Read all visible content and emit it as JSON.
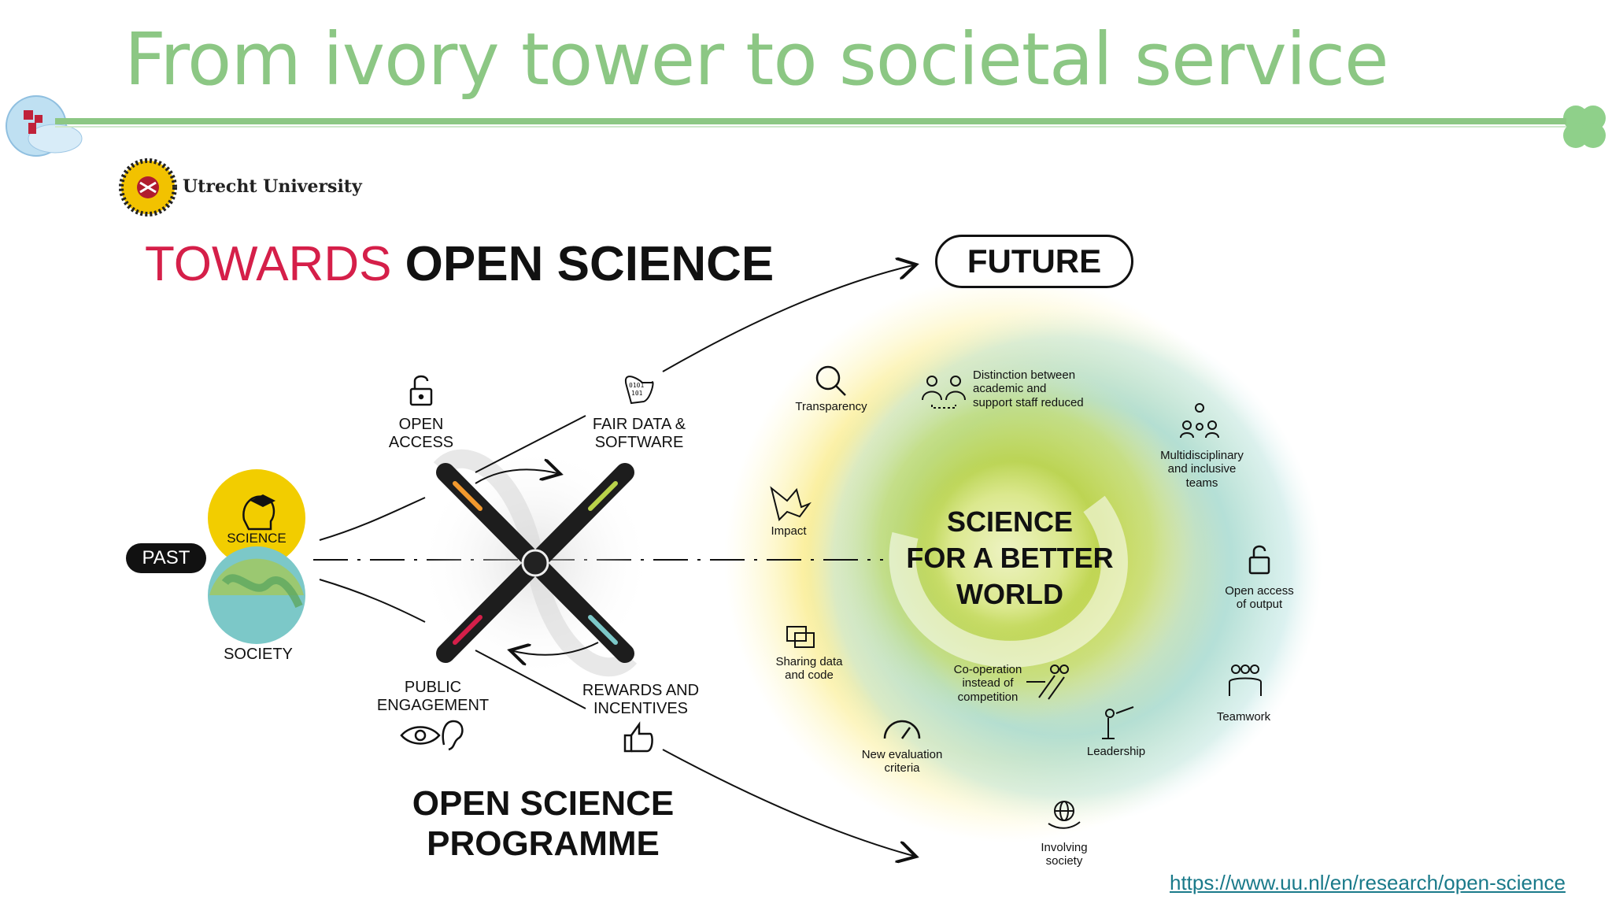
{
  "slide": {
    "title": "From ivory tower to societal service",
    "url": "https://www.uu.nl/en/research/open-science"
  },
  "logo": {
    "university_name": "Utrecht University"
  },
  "heading": {
    "part1": "TOWARDS",
    "part2": " OPEN SCIENCE"
  },
  "timeline": {
    "past": "PAST",
    "future": "FUTURE"
  },
  "past_circle": {
    "top": "SCIENCE",
    "bottom": "SOCIETY"
  },
  "propeller": {
    "open_access": "OPEN\nACCESS",
    "fair_data": "FAIR DATA &\nSOFTWARE",
    "public_engagement": "PUBLIC\nENGAGEMENT",
    "rewards": "REWARDS AND\nINCENTIVES",
    "programme": "OPEN SCIENCE\nPROGRAMME"
  },
  "spiral": {
    "center": "SCIENCE\nFOR A BETTER\nWORLD",
    "items": {
      "transparency": "Transparency",
      "distinction": "Distinction between\nacademic and\nsupport staff reduced",
      "multidisciplinary": "Multidisciplinary\nand inclusive\nteams",
      "impact": "Impact",
      "open_access_output": "Open access\nof output",
      "sharing": "Sharing data\nand code",
      "cooperation": "Co-operation\ninstead of\ncompetition",
      "teamwork": "Teamwork",
      "evaluation": "New evaluation\ncriteria",
      "leadership": "Leadership",
      "involving": "Involving\nsociety"
    }
  },
  "colors": {
    "title_green": "#8cc784",
    "heading_red": "#d51f49",
    "spiral_yellow": "#f6e04a",
    "spiral_teal": "#a8dcdc",
    "spiral_green": "#b9d24a",
    "science_yellow": "#f2cd00",
    "society_teal": "#7cc8c8",
    "link_teal": "#1a7a8a"
  }
}
